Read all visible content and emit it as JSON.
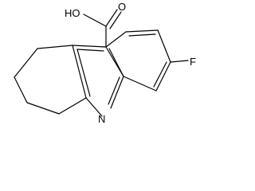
{
  "molecule": {
    "atoms": {
      "carboxyl_oh": "HO",
      "carbonyl_o": "O",
      "fluorine": "F",
      "ring_nitrogen": "N"
    },
    "colors": {
      "bond": "#000000",
      "label": "#000000",
      "background": "#ffffff"
    }
  }
}
